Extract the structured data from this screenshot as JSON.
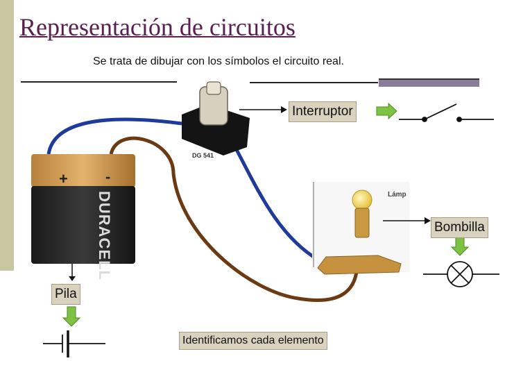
{
  "slide": {
    "title": "Representación de circuitos",
    "subtitle": "Se trata de dibujar con los símbolos el circuito real.",
    "labels": {
      "switch": "Interruptor",
      "bulb": "Bombilla",
      "battery": "Pila"
    },
    "note": "Identificamos cada elemento",
    "photo_text": {
      "switch_model": "DG 541",
      "lamp_cut": "Lámp",
      "battery_brand": "DURACELL",
      "plus": "+",
      "minus": "-"
    }
  },
  "colors": {
    "title": "#5b1f4f",
    "label_fill": "#d9d2bf",
    "arrow_green": "#7dc242",
    "wire_blue": "#1f3a9a",
    "wire_brown": "#6b3a12",
    "sidebar": "#c9c6a2"
  }
}
